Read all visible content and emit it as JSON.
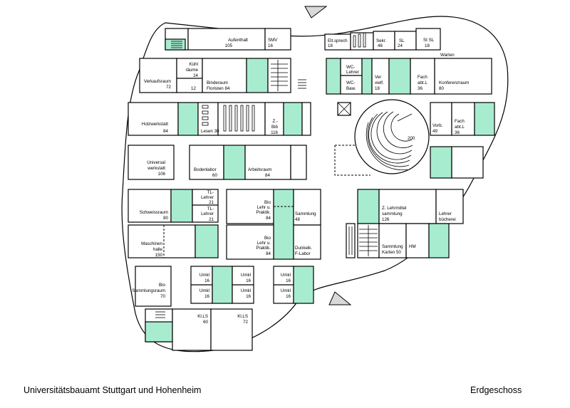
{
  "footer": {
    "institution": "Universitätsbauamt Stuttgart und Hohenheim",
    "floor": "Erdgeschoss"
  },
  "colors": {
    "wall": "#000000",
    "highlight": "#a8ecd0",
    "background": "#ffffff"
  },
  "rooms": {
    "aufenthalt": [
      "Aufenthalt",
      "105"
    ],
    "smv": [
      "SMV",
      "16"
    ],
    "eltsprech": [
      "Elt.sprech",
      "18"
    ],
    "sekr": [
      "Sekr.",
      "46"
    ],
    "sl": [
      "SL",
      "24"
    ],
    "stsl": [
      "St SL",
      "18"
    ],
    "warten": [
      "Warten"
    ],
    "verkaufsraum": [
      "Verkaufsraum",
      "72"
    ],
    "kuehlraeume": [
      "Kühl",
      "räume",
      "24"
    ],
    "kuehl12": [
      "12"
    ],
    "binderaum": [
      "Binderaum",
      "Floristen 84"
    ],
    "wclehrer": [
      "WC-",
      "Lehrer"
    ],
    "wcbaw": [
      "WC-",
      "Baw."
    ],
    "vervielf": [
      "Ver",
      "vielf.",
      "18"
    ],
    "fachabtl1": [
      "Fach",
      "abt.L",
      "36"
    ],
    "konferenzraum": [
      "Konferenzraum",
      "80"
    ],
    "holzwerkstatt": [
      "Holzwerkstatt",
      "84"
    ],
    "lesen": [
      "Lesen 30"
    ],
    "zbib": [
      "Z.-",
      "Bib",
      "116"
    ],
    "r200": [
      "200"
    ],
    "vorb": [
      "Vorb.",
      "49"
    ],
    "fachabtl2": [
      "Fach",
      "abt.L",
      "36"
    ],
    "universal": [
      "Universal",
      "werkstatt",
      "106"
    ],
    "bodenlabor": [
      "Bodenlabor",
      "60"
    ],
    "arbeitsraum": [
      "Arbeitsraum",
      "84"
    ],
    "schweissraum": [
      "Schweissraum",
      "80"
    ],
    "tl1": [
      "TL-",
      "Lehrer",
      "21"
    ],
    "tl2": [
      "TL-",
      "Lehrer",
      "21"
    ],
    "bio1": [
      "Bio",
      "Lehr u.",
      "Praktik.",
      "84"
    ],
    "sammlung": [
      "Sammlung",
      "48"
    ],
    "zlehrmittel": [
      "Z. Lehrmittel",
      "sammlung",
      "126"
    ],
    "lehrerbuecherei": [
      "Lehrer",
      "bücherei"
    ],
    "maschinenhalle": [
      "Maschinen",
      "halle",
      "150"
    ],
    "bio2": [
      "Bio",
      "Lehr u.",
      "Praktik.",
      "84"
    ],
    "dunkelk": [
      "Dunkelk.",
      "F-Labor"
    ],
    "sammlungkarten": [
      "Sammlung",
      "Karten 50"
    ],
    "hm": [
      "HM"
    ],
    "biosammlung": [
      "Bio",
      "Sammlungsraum",
      "70"
    ],
    "umkl1": [
      "Umkl",
      "16"
    ],
    "umkl2": [
      "Umkl",
      "16"
    ],
    "umkl3": [
      "Umkl",
      "16"
    ],
    "umkl4": [
      "Umkl",
      "16"
    ],
    "umkl5": [
      "Umkl",
      "16"
    ],
    "umkl6": [
      "Umkl",
      "16"
    ],
    "kils1": [
      "Kl.LS",
      "60"
    ],
    "kils2": [
      "Kl.LS",
      "72"
    ]
  }
}
